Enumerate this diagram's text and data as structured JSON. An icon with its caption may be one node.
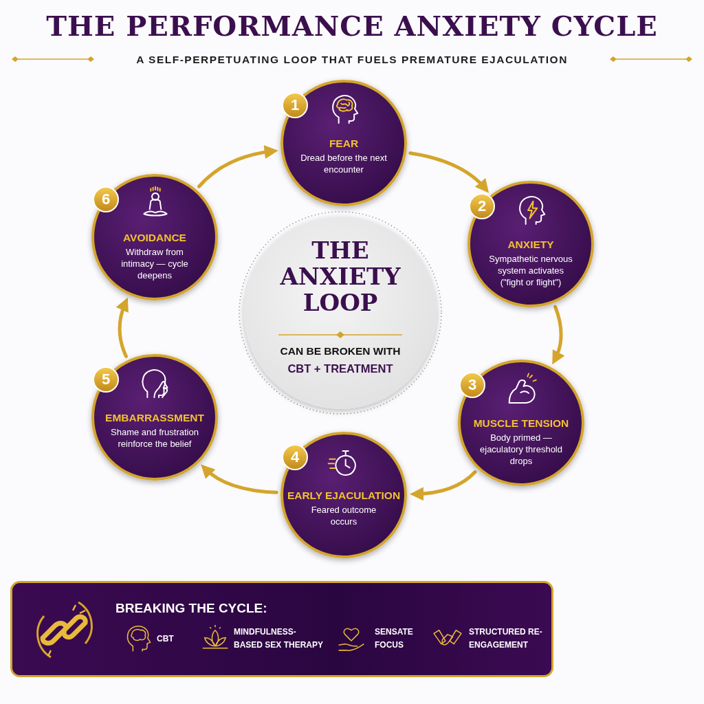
{
  "diagram": {
    "title": "THE PERFORMANCE ANXIETY CYCLE",
    "nodes": [
      {
        "text": [
          "1",
          "FEAR",
          "Dread before the next encounter"
        ]
      },
      {
        "text": [
          "2",
          "ANXIETY",
          "Sympathetic nervous system activates (\"fight or flight\")"
        ]
      },
      {
        "text": [
          "3",
          "MUSCLE TENSION",
          "Body primed — ejaculatory threshold drops"
        ]
      },
      {
        "text": [
          "4",
          "EARLY EJACULATION",
          "Feared outcome occurs"
        ]
      },
      {
        "text": [
          "5",
          "EMBARRASSMENT",
          "Shame and frustration reinforce the belief"
        ]
      },
      {
        "text": [
          "6",
          "AVOIDANCE",
          "Withdraw from intimacy — cycle deepens"
        ]
      },
      {
        "text": [
          "THE ANXIETY LOOP",
          "CAN BE BROKEN WITH",
          "CBT + TREATMENT"
        ]
      },
      {
        "text": [
          "BREAKING THE CYCLE:"
        ]
      }
    ],
    "edges": [
      {
        "from": 0,
        "to": 1,
        "arrow": "to"
      },
      {
        "from": 1,
        "to": 2,
        "arrow": "to"
      },
      {
        "from": 2,
        "to": 3,
        "arrow": "to"
      },
      {
        "from": 3,
        "to": 4,
        "arrow": "to"
      },
      {
        "from": 4,
        "to": 5,
        "arrow": "to"
      },
      {
        "from": 5,
        "to": 0,
        "arrow": "to"
      }
    ],
    "labels": [
      "A SELF-PERPETUATING LOOP THAT FUELS PREMATURE EJACULATION",
      "CBT",
      "MINDFULNESS-BASED SEX THERAPY",
      "SENSATE FOCUS",
      "STRUCTURED RE-ENGAGEMENT"
    ]
  }
}
